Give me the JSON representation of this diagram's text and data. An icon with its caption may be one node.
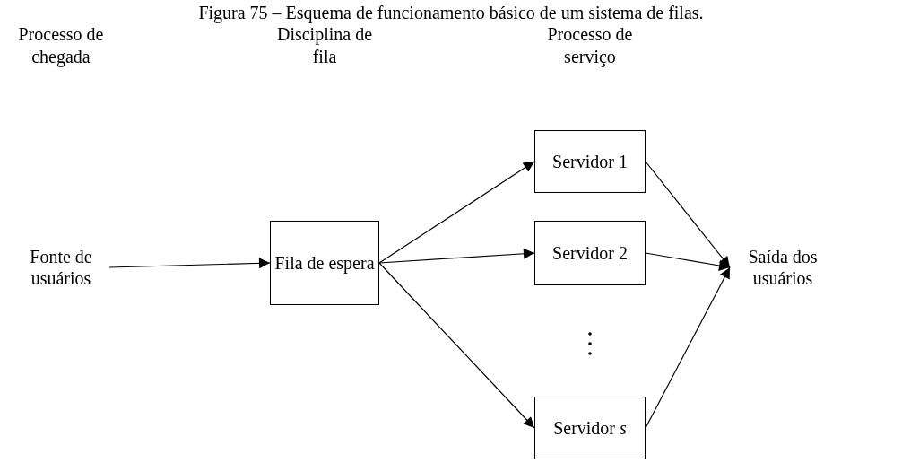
{
  "diagram": {
    "title": "Figura 75 – Esquema de funcionamento básico de um sistema de filas.",
    "nodes": [
      {
        "text": [
          "Fonte de usuários"
        ]
      },
      {
        "text": [
          "Fila de espera"
        ]
      },
      {
        "text": [
          "Servidor 1"
        ]
      },
      {
        "text": [
          "Servidor 2"
        ]
      },
      {
        "text": [
          "Servidor *s*"
        ]
      },
      {
        "text": [
          "Saída dos usuários"
        ]
      }
    ],
    "edges": [
      {
        "from": 0,
        "to": 1,
        "arrow": "to"
      },
      {
        "from": 1,
        "to": 2,
        "arrow": "to"
      },
      {
        "from": 1,
        "to": 3,
        "arrow": "to"
      },
      {
        "from": 1,
        "to": 4,
        "arrow": "to"
      },
      {
        "from": 2,
        "to": 5,
        "arrow": "to"
      },
      {
        "from": 3,
        "to": 5,
        "arrow": "to"
      },
      {
        "from": 4,
        "to": 5,
        "arrow": "to"
      }
    ],
    "labels": [
      "Processo de chegada",
      "Disciplina de fila",
      "Processo de serviço"
    ]
  }
}
